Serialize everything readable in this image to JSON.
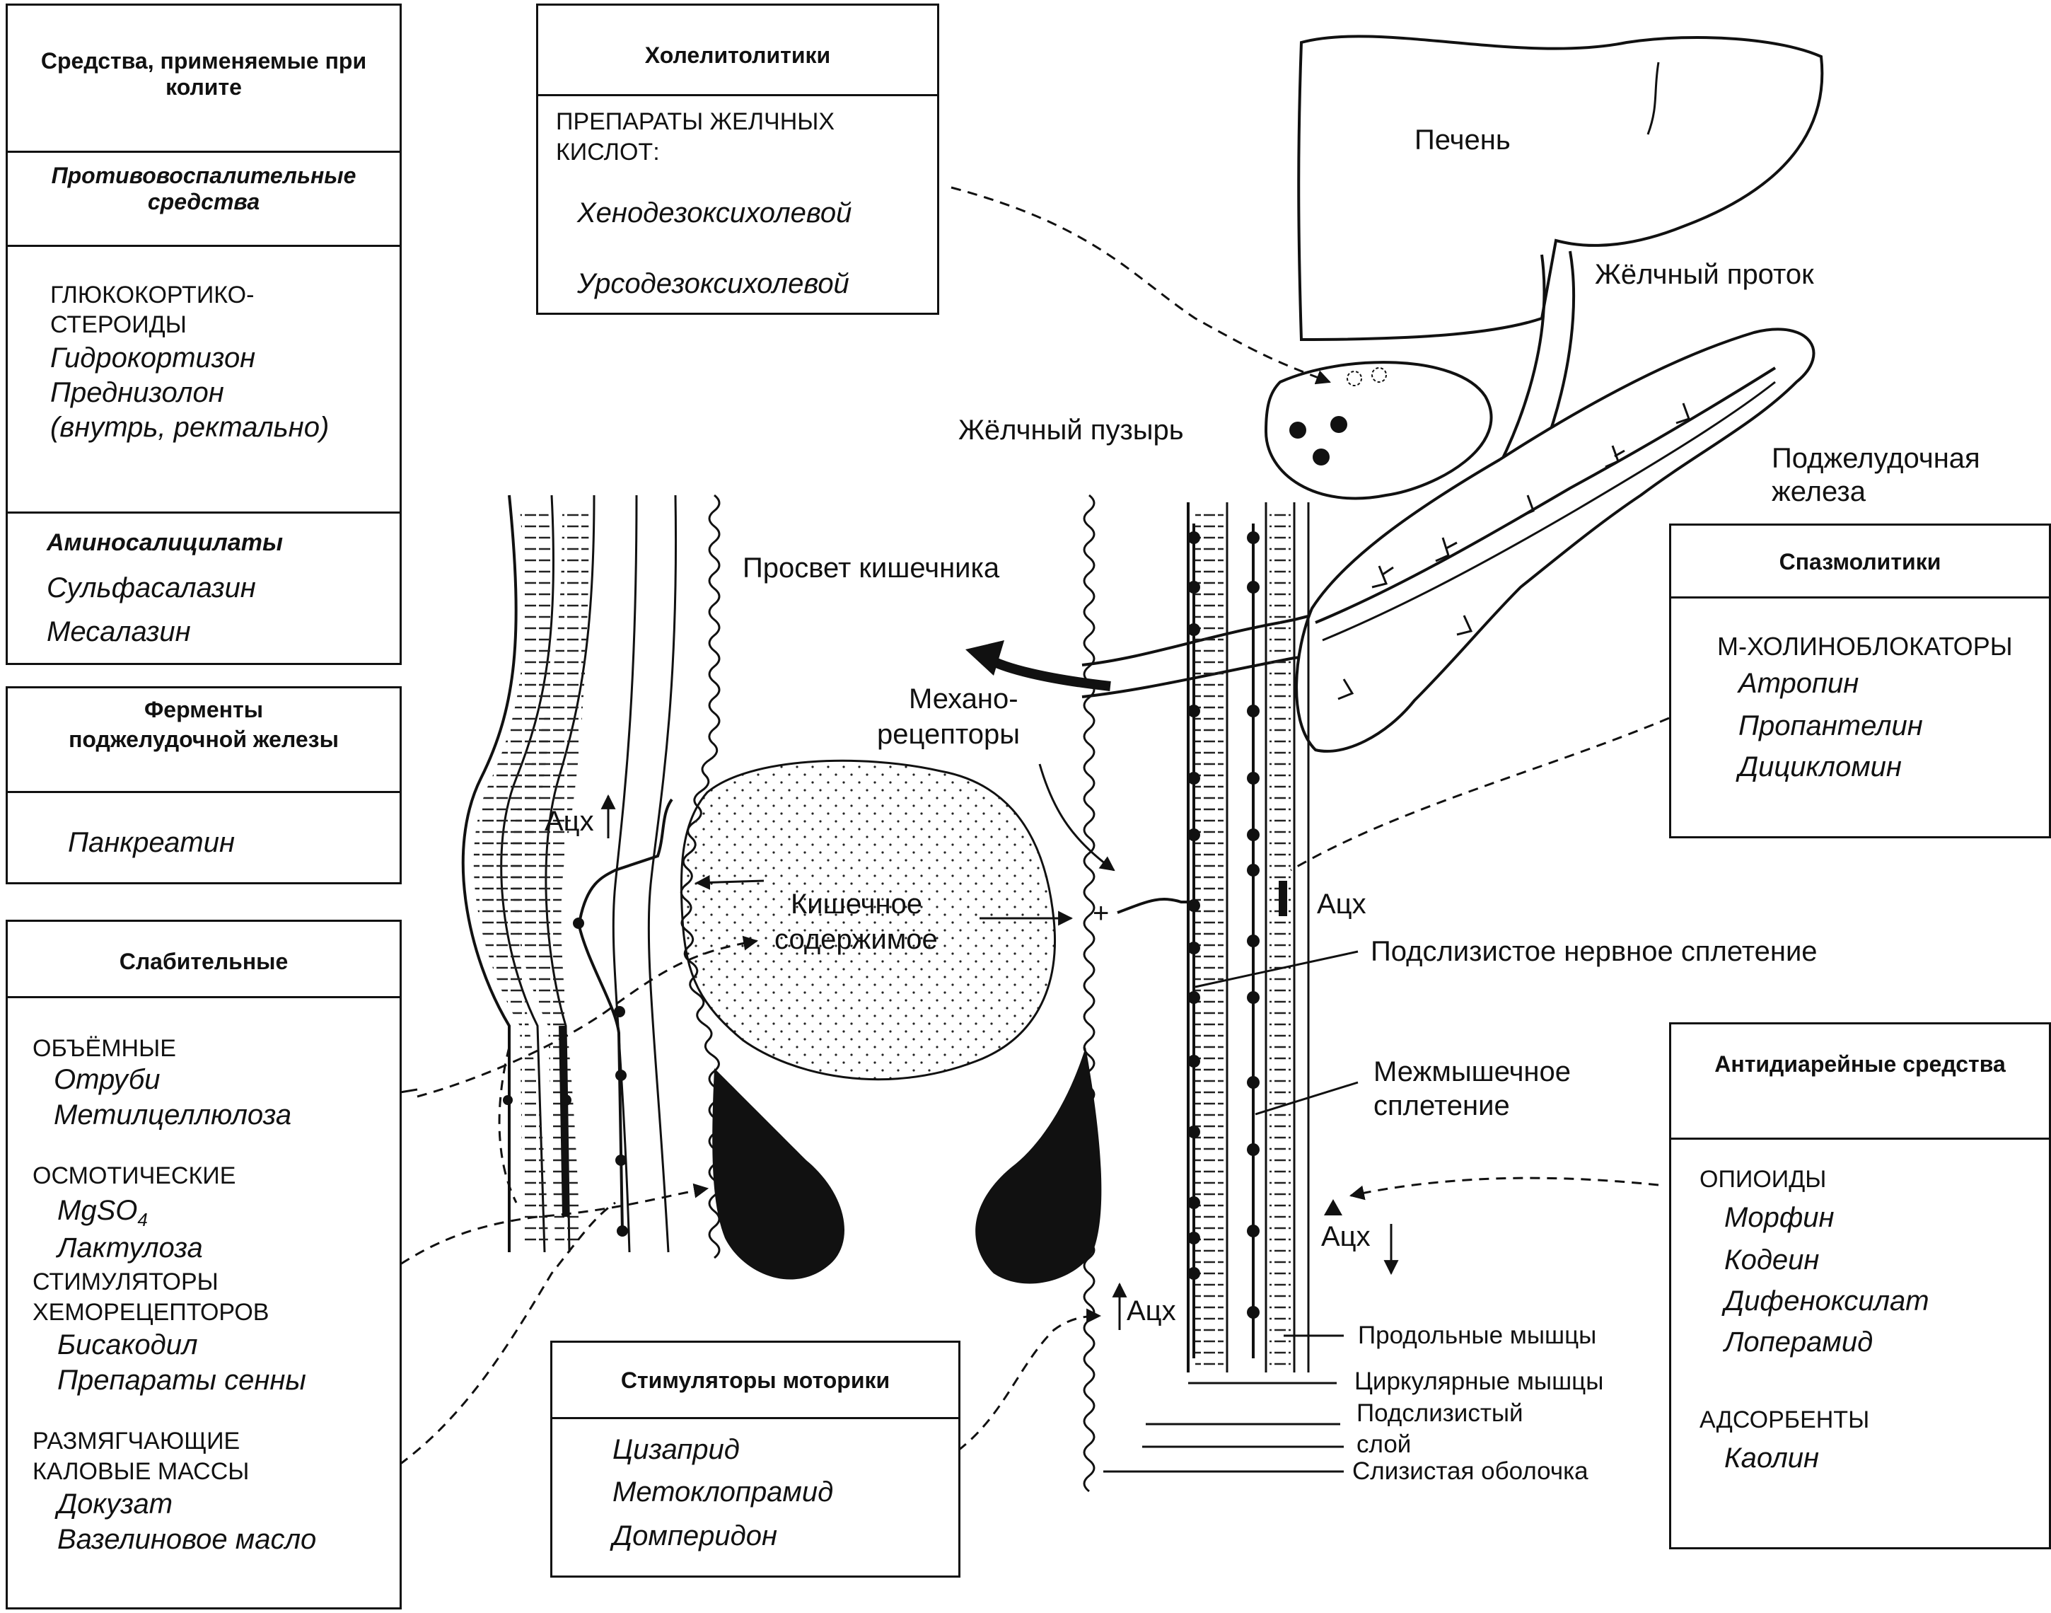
{
  "colitis": {
    "title": "Средства, применяемые при колите",
    "antiinflammatory_header": "Противовоспалительные средства",
    "gluco_line1": "ГЛЮКОКОРТИКО-",
    "gluco_line2": "СТЕРОИДЫ",
    "drugs1": [
      "Гидрокортизон",
      "Преднизолон",
      "(внутрь, ректально)"
    ],
    "aminosal_header": "Аминосалицилаты",
    "drugs2": [
      "Сульфасалазин",
      "Месалазин"
    ]
  },
  "enzymes": {
    "title": "Ферменты поджелудочной железы",
    "drug": "Панкреатин"
  },
  "laxatives": {
    "title": "Слабительные",
    "bulk": "ОБЪЁМНЫЕ",
    "bulk_drugs": [
      "Отруби",
      "Метилцеллюлоза"
    ],
    "osmotic": "ОСМОТИЧЕСКИЕ",
    "osmotic_drug1": "MgSO",
    "osmotic_drug1_sub": "4",
    "osmotic_drug2": "Лактулоза",
    "stim_line1": "СТИМУЛЯТОРЫ",
    "stim_line2": "ХЕМОРЕЦЕПТОРОВ",
    "stim_drugs": [
      "Бисакодил",
      "Препараты сенны"
    ],
    "soft_line1": "РАЗМЯГЧАЮЩИЕ",
    "soft_line2": "КАЛОВЫЕ МАССЫ",
    "soft_drugs": [
      "Докузат",
      "Вазелиновое масло"
    ]
  },
  "cholelitholytics": {
    "title": "Холелитолитики",
    "sub_line1": "ПРЕПАРАТЫ ЖЕЛЧНЫХ",
    "sub_line2": "КИСЛОТ:",
    "drugs": [
      "Хенодезоксихолевой",
      "Урсодезоксихолевой"
    ]
  },
  "spasmolytics": {
    "title": "Спазмолитики",
    "sub": "М-ХОЛИНОБЛОКАТОРЫ",
    "drugs": [
      "Атропин",
      "Пропантелин",
      "Дицикломин"
    ]
  },
  "antidiarrheal": {
    "title": "Антидиарейные средства",
    "opioids": "ОПИОИДЫ",
    "opioid_drugs": [
      "Морфин",
      "Кодеин",
      "Дифеноксилат",
      "Лоперамид"
    ],
    "adsorbents": "АДСОРБЕНТЫ",
    "adsorbent_drug": "Каолин"
  },
  "motility": {
    "title": "Стимуляторы моторики",
    "drugs": [
      "Цизаприд",
      "Метоклопрамид",
      "Домперидон"
    ]
  },
  "labels": {
    "liver": "Печень",
    "bile_duct": "Жёлчный проток",
    "gallbladder": "Жёлчный пузырь",
    "pancreas_line1": "Поджелудочная",
    "pancreas_line2": "железа",
    "lumen": "Просвет кишечника",
    "mechano_line1": "Механо-",
    "mechano_line2": "рецепторы",
    "contents_line1": "Кишечное",
    "contents_line2": "содержимое",
    "ach": "Ацх",
    "submucosal_plexus": "Подслизистое нервное сплетение",
    "myenteric_line1": "Межмышечное",
    "myenteric_line2": "сплетение",
    "longitudinal": "Продольные мышцы",
    "circular": "Циркулярные мышцы",
    "submucosa_line1": "Подслизистый",
    "submucosa_line2": "слой",
    "mucosa": "Слизистая оболочка",
    "plus": "+"
  }
}
